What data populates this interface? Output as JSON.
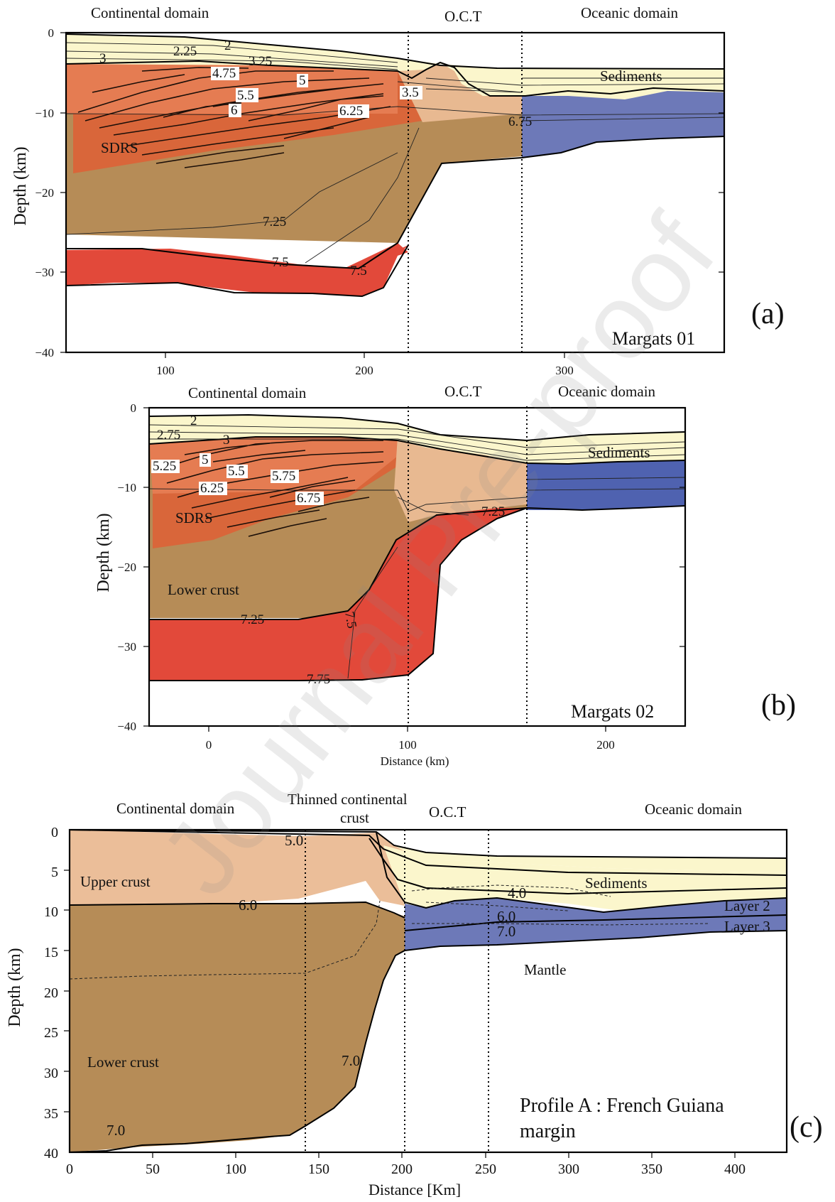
{
  "colors": {
    "sediments": "#fbf6cc",
    "upper_crust_light": "#ebbe99",
    "sdrs": "#d9663a",
    "lower_crust": "#b68c57",
    "mantle_red": "#e2493a",
    "oceanic_blue": "#6d79b8",
    "oceanic_blue_dark": "#4f62b0",
    "oct_transition": "#e8b991"
  },
  "watermark": "Journal Pre-proof",
  "panels": [
    {
      "id": "a",
      "panel_label": "(a)",
      "profile_name": "Margats 01",
      "headers": [
        "Continental  domain",
        "O.C.T",
        "Oceanic domain"
      ],
      "ylabel": "Depth (km)",
      "xlabel": "",
      "x_ticks": [
        "100",
        "200",
        "300"
      ],
      "y_ticks": [
        "0",
        "−10",
        "−20",
        "−30",
        "−40"
      ],
      "unit_labels": [
        "SDRS",
        "Sediments"
      ],
      "velocity_labels": [
        "2",
        "2.25",
        "3",
        "3.25",
        "4.75",
        "5",
        "5.5",
        "6",
        "6.25",
        "3.5",
        "6.75",
        "7.25",
        "7.5",
        "7.5"
      ]
    },
    {
      "id": "b",
      "panel_label": "(b)",
      "profile_name": "Margats 02",
      "headers": [
        "Continental  domain",
        "O.C.T",
        "Oceanic domain"
      ],
      "ylabel": "Depth (km)",
      "xlabel": "Distance (km)",
      "x_ticks": [
        "0",
        "100",
        "200"
      ],
      "y_ticks": [
        "0",
        "−10",
        "−20",
        "−30",
        "−40"
      ],
      "unit_labels": [
        "SDRS",
        "Sediments",
        "Lower crust"
      ],
      "velocity_labels": [
        "2",
        "2.75",
        "3",
        "5.25",
        "5",
        "5.5",
        "5.75",
        "6.25",
        "6.75",
        "7.25",
        "7.25",
        "7.5",
        "7.75"
      ]
    },
    {
      "id": "c",
      "panel_label": "(c)",
      "profile_name": "Profile A :  French Guiana margin",
      "profile_name_line1": "Profile A :  French Guiana",
      "profile_name_line2": "margin",
      "headers": [
        "Continental domain",
        "Thinned continental",
        "crust",
        "O.C.T",
        "Oceanic domain"
      ],
      "ylabel": "Depth (km)",
      "xlabel": "Distance [Km]",
      "x_ticks": [
        "0",
        "50",
        "100",
        "150",
        "200",
        "250",
        "300",
        "350",
        "400"
      ],
      "y_ticks": [
        "0",
        "5",
        "10",
        "15",
        "20",
        "25",
        "30",
        "35",
        "40"
      ],
      "unit_labels": [
        "Upper crust",
        "Lower crust",
        "Sediments",
        "Layer 2",
        "Layer 3",
        "Mantle"
      ],
      "velocity_labels": [
        "5.0",
        "6.0",
        "4.0",
        "6.0",
        "7.0",
        "7.0",
        "7.0"
      ]
    }
  ]
}
